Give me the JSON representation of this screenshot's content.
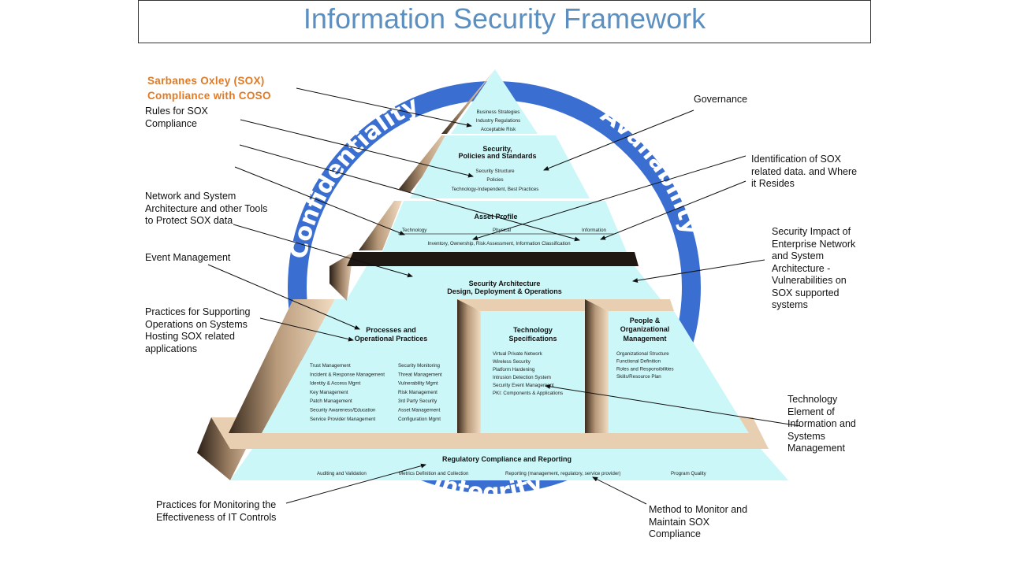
{
  "title": "Information Security Framework",
  "ring": {
    "left": "Confidentiality",
    "right": "Availability",
    "bottom": "Integrity"
  },
  "pyramid": {
    "tier1": {
      "items": [
        "Business Strategies",
        "Industry Regulations",
        "Acceptable Risk"
      ]
    },
    "tier2": {
      "heading": [
        "Security,",
        "Policies and Standards"
      ],
      "items": [
        "Security Structure",
        "Policies",
        "Technology-Independent, Best Practices"
      ]
    },
    "tier3": {
      "heading": "Asset Profile",
      "columns": [
        "Technology",
        "Physical",
        "Information"
      ],
      "footer": "Inventory, Ownership, Risk Assessment, Information Classification"
    },
    "tier4": {
      "heading": [
        "Security Architecture",
        "Design, Deployment & Operations"
      ]
    },
    "pillars": {
      "processes": {
        "heading": [
          "Processes and",
          "Operational Practices"
        ],
        "left_items": [
          "Trust Management",
          "Incident & Response Management",
          "Identity & Access Mgmt",
          "Key Management",
          "Patch Management",
          "Security Awareness/Education",
          "Service Provider Management"
        ],
        "right_items": [
          "Security Monitoring",
          "Threat Management",
          "Vulnerability Mgmt",
          "Risk Management",
          "3rd Party Security",
          "Asset Management",
          "Configuration Mgmt"
        ]
      },
      "technology": {
        "heading": [
          "Technology",
          "Specifications"
        ],
        "items": [
          "Virtual Private Network",
          "Wireless Security",
          "Platform Hardening",
          "Intrusion Detection System",
          "Security Event Management",
          "PKI: Components & Applications"
        ]
      },
      "people": {
        "heading": [
          "People &",
          "Organizational",
          "Management"
        ],
        "items": [
          "Organizational Structure",
          "Functional Definition",
          "Roles and Responsibilities",
          "Skills/Resource Plan"
        ]
      }
    },
    "base": {
      "heading": "Regulatory Compliance and Reporting",
      "items": [
        "Auditing and Validation",
        "Metrics Definition and Collection",
        "Reporting  (management,  regulatory,  service provider)",
        "Program  Quality"
      ]
    }
  },
  "callouts": {
    "sox_coso": [
      "Sarbanes Oxley (SOX)",
      "Compliance with COSO"
    ],
    "rules": [
      "Rules for SOX",
      "Compliance"
    ],
    "network": [
      "Network and System",
      "Architecture and other Tools",
      "to Protect SOX data"
    ],
    "event": [
      "Event Management"
    ],
    "practices_support": [
      "Practices for Supporting",
      "Operations on Systems",
      "Hosting SOX related",
      "applications"
    ],
    "practices_monitor": [
      "Practices for Monitoring the",
      "Effectiveness of IT Controls"
    ],
    "governance": [
      "Governance"
    ],
    "identification": [
      "Identification of SOX",
      "related data. and Where",
      "it Resides"
    ],
    "security_impact": [
      "Security Impact of",
      "Enterprise Network",
      "and System",
      "Architecture -",
      "Vulnerabilities on",
      "SOX supported",
      "systems"
    ],
    "tech_element": [
      "Technology",
      "Element of",
      "Information and",
      "Systems",
      "Management"
    ],
    "method": [
      "Method to Monitor and",
      "Maintain SOX",
      "Compliance"
    ]
  },
  "colors": {
    "title": "#5b8fc0",
    "ring": "#3a6fd1",
    "face": "#ccf7f8",
    "orange_text": "#e07a24"
  }
}
